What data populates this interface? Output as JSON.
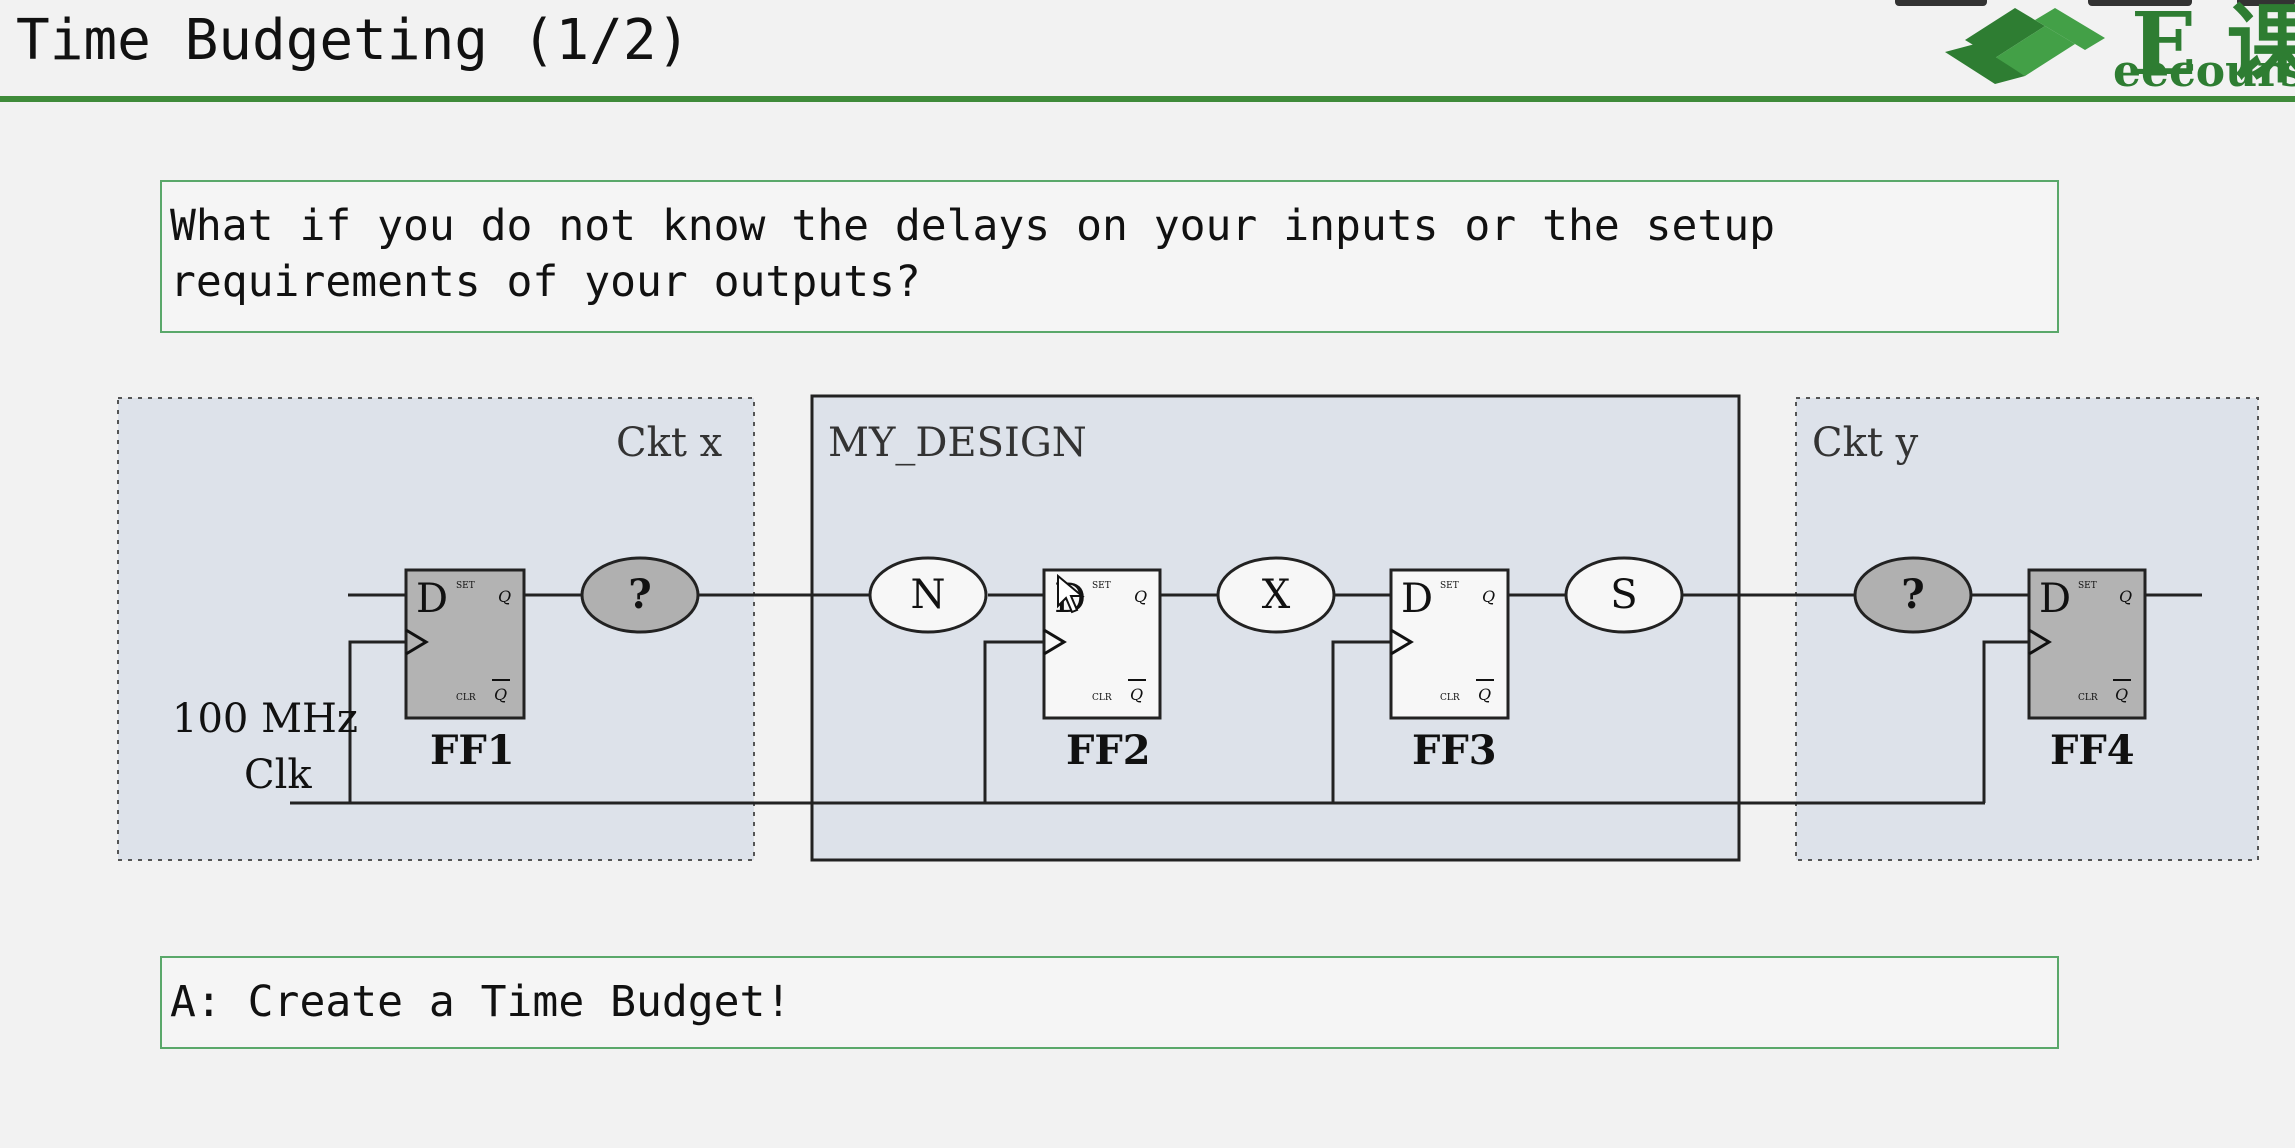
{
  "slide": {
    "title": "Time Budgeting (1/2)",
    "logo_glyph": "E 课",
    "logo_text": "eecours"
  },
  "question": {
    "line1": "What if you do not know the delays on your inputs or the setup",
    "line2": "requirements of your outputs?"
  },
  "answer": {
    "text": "A: Create a Time Budget!"
  },
  "diagram": {
    "ckt_x_label": "Ckt x",
    "design_label": "MY_DESIGN",
    "ckt_y_label": "Ckt y",
    "clock_label_1": "100 MHz",
    "clock_label_2": "Clk",
    "logic_blocks": {
      "unknown_in": "?",
      "n": "N",
      "x": "X",
      "s": "S",
      "unknown_out": "?"
    },
    "flip_flops": [
      {
        "name": "FF1",
        "d": "D",
        "set": "SET",
        "q": "Q",
        "clr": "CLR",
        "qbar": "Q"
      },
      {
        "name": "FF2",
        "d": "D",
        "set": "SET",
        "q": "Q",
        "clr": "CLR",
        "qbar": "Q"
      },
      {
        "name": "FF3",
        "d": "D",
        "set": "SET",
        "q": "Q",
        "clr": "CLR",
        "qbar": "Q"
      },
      {
        "name": "FF4",
        "d": "D",
        "set": "SET",
        "q": "Q",
        "clr": "CLR",
        "qbar": "Q"
      }
    ],
    "colors": {
      "region_fill": "#dde2ea",
      "ff_external_fill": "#b3b3b3",
      "ff_internal_fill": "#f7f7f7",
      "unknown_bubble_fill": "#b0b0b0",
      "accent_green": "#3f8b3a"
    }
  }
}
